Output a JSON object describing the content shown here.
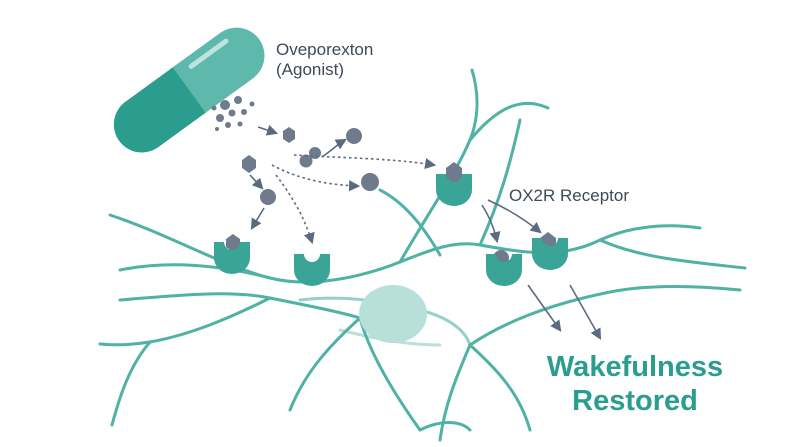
{
  "drug": {
    "name": "Oveporexton",
    "role": "(Agonist)"
  },
  "receptor": {
    "label": "OX2R Receptor"
  },
  "outcome": {
    "line1": "Wakefulness",
    "line2": "Restored"
  },
  "colors": {
    "capsule_dark": "#2a9d8f",
    "capsule_light": "#5fb8ac",
    "molecule": "#6f7a8c",
    "neuron_stroke": "#4fb2a5",
    "nucleus": "#b7e0da",
    "receptor": "#3aa596",
    "arrow": "#5a6b80",
    "text": "#3d4a57",
    "outcome_text": "#2a9d8f"
  },
  "icons": [
    "capsule-icon",
    "molecule-icon",
    "receptor-icon",
    "neuron-icon"
  ]
}
